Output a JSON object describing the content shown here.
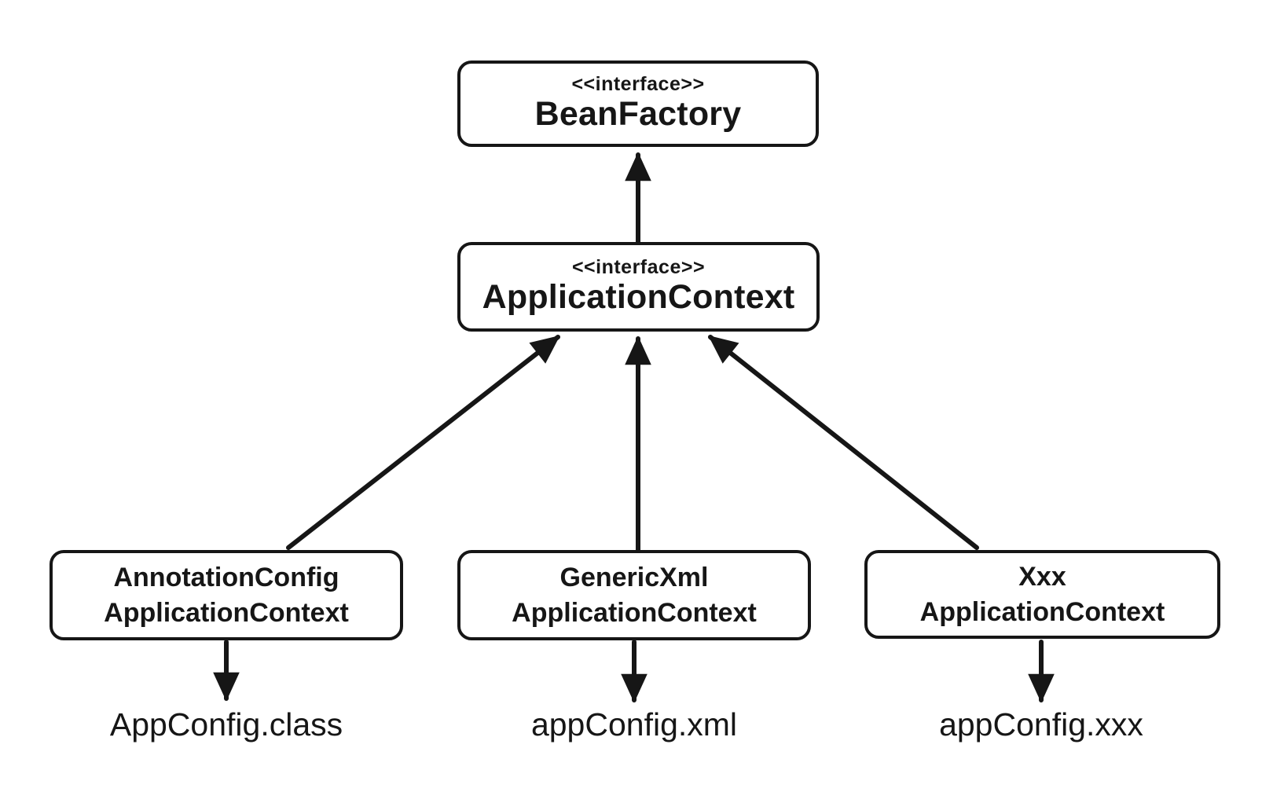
{
  "page": {
    "background": "#ffffff",
    "ink_color": "#161616"
  },
  "diagram": {
    "nodes": {
      "bean_factory": {
        "stereotype": "<<interface>>",
        "name": "BeanFactory"
      },
      "application_context": {
        "stereotype": "<<interface>>",
        "name": "ApplicationContext"
      },
      "annotation_config": {
        "line1": "AnnotationConfig",
        "line2": "ApplicationContext"
      },
      "generic_xml": {
        "line1": "GenericXml",
        "line2": "ApplicationContext"
      },
      "xxx": {
        "line1": "Xxx",
        "line2": "ApplicationContext"
      }
    },
    "artifacts": {
      "class_file": "AppConfig.class",
      "xml_file": "appConfig.xml",
      "xxx_file": "appConfig.xxx"
    },
    "edges": [
      {
        "from": "ApplicationContext",
        "to": "BeanFactory",
        "kind": "inheritance-arrow"
      },
      {
        "from": "AnnotationConfigApplicationContext",
        "to": "ApplicationContext",
        "kind": "inheritance-arrow"
      },
      {
        "from": "GenericXmlApplicationContext",
        "to": "ApplicationContext",
        "kind": "inheritance-arrow"
      },
      {
        "from": "XxxApplicationContext",
        "to": "ApplicationContext",
        "kind": "inheritance-arrow"
      },
      {
        "from": "AnnotationConfigApplicationContext",
        "to": "AppConfig.class",
        "kind": "uses-arrow"
      },
      {
        "from": "GenericXmlApplicationContext",
        "to": "appConfig.xml",
        "kind": "uses-arrow"
      },
      {
        "from": "XxxApplicationContext",
        "to": "appConfig.xxx",
        "kind": "uses-arrow"
      }
    ]
  }
}
